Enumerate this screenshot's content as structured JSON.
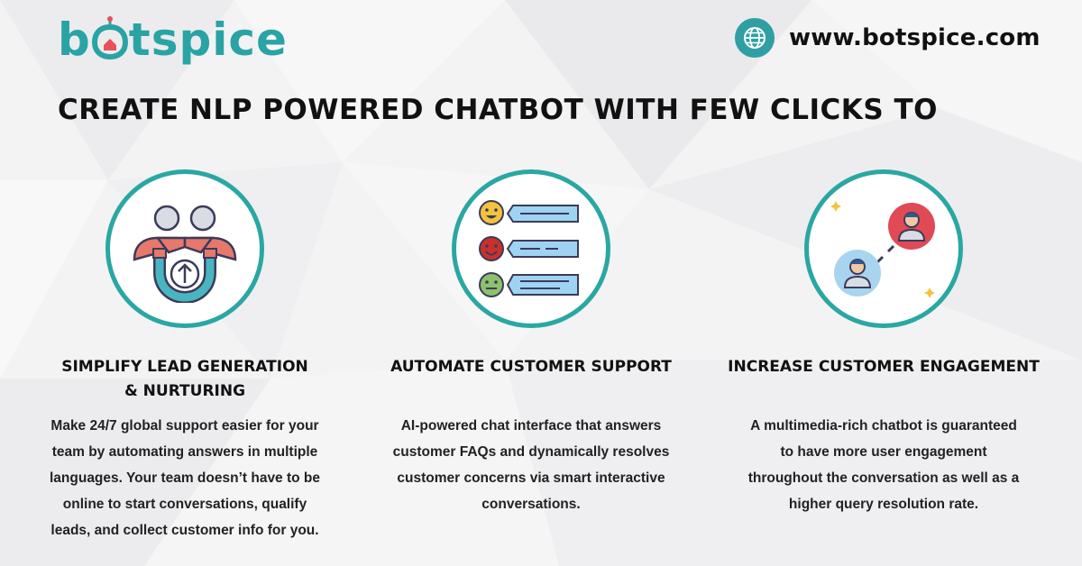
{
  "brand": {
    "logo_text": "botspice",
    "website": "www.botspice.com"
  },
  "headline": "CREATE NLP POWERED CHATBOT WITH FEW CLICKS TO",
  "features": [
    {
      "title_line1": "SIMPLIFY LEAD GENERATION",
      "title_line2": "& NURTURING",
      "desc_lines": [
        "Make 24/7 global support easier for your",
        "team by automating answers in multiple",
        "languages. Your team doesn’t have to be",
        "online to start conversations, qualify",
        "leads, and collect customer info for you."
      ],
      "icon": "lead-magnet-icon"
    },
    {
      "title_line1": "AUTOMATE CUSTOMER SUPPORT",
      "desc_lines": [
        "AI-powered chat interface that answers",
        "customer FAQs and dynamically resolves",
        "customer concerns via smart interactive",
        "conversations."
      ],
      "icon": "chat-feedback-icon"
    },
    {
      "title_line1": "INCREASE CUSTOMER ENGAGEMENT",
      "desc_lines": [
        "A multimedia-rich chatbot is guaranteed",
        "to have more user engagement",
        "throughout the conversation as well as a",
        "higher query resolution rate."
      ],
      "icon": "user-connection-icon"
    }
  ],
  "colors": {
    "teal": "#2aa7a3",
    "background": "#f3f3f4",
    "text": "#111111"
  }
}
